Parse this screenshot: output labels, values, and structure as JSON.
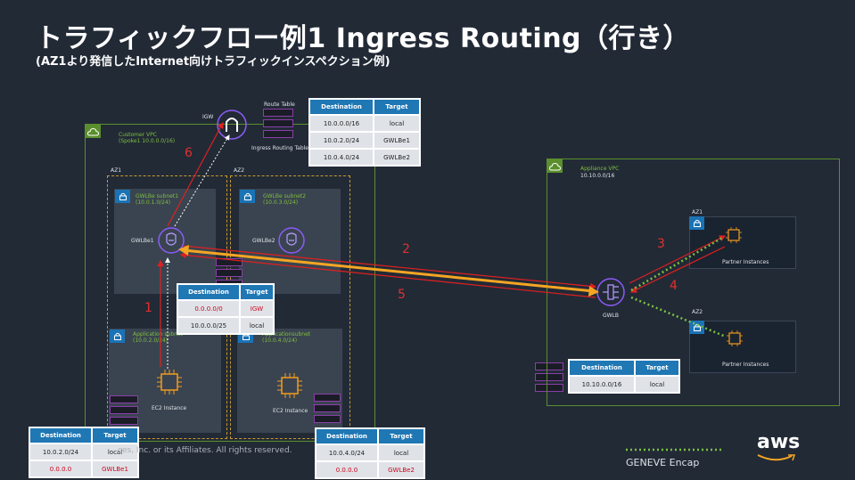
{
  "title": "トラフィックフロー例1 Ingress Routing（行き）",
  "subtitle": "(AZ1より発信したInternet向けトラフィックインスペクション例)",
  "customer_vpc": {
    "name": "Customer VPC",
    "cidr": "(Spoke1 10.0.0.0/16)",
    "az1_label": "AZ1",
    "az2_label": "AZ2",
    "gwlbe_subnet1": {
      "name": "GWLBe subnet1",
      "cidr": "(10.0.1.0/24)"
    },
    "gwlbe_subnet2": {
      "name": "GWLBe subnet2",
      "cidr": "(10.0.3.0/24)"
    },
    "app_subnet1": {
      "name": "Application subnet",
      "cidr": "(10.0.2.0/24)"
    },
    "app_subnet2": {
      "name": "Applicationsubnet",
      "cidr": "(10.0.4.0/24)"
    },
    "gwlbe1_label": "GWLBe1",
    "gwlbe2_label": "GWLBe2",
    "ec2_1_label": "EC2 Instance",
    "ec2_2_label": "EC2 Instance"
  },
  "igw_label": "IGW",
  "route_table_label": "Route Table",
  "ingress_rt_label": "Ingress Routing Table",
  "ingress_rt": {
    "headers": [
      "Destination",
      "Target"
    ],
    "rows": [
      [
        "10.0.0.0/16",
        "local"
      ],
      [
        "10.0.2.0/24",
        "GWLBe1"
      ],
      [
        "10.0.4.0/24",
        "GWLBe2"
      ]
    ]
  },
  "gwlbe1_rt": {
    "headers": [
      "Destination",
      "Target"
    ],
    "rows": [
      [
        "0.0.0.0/0",
        "IGW"
      ],
      [
        "10.0.0.0/25",
        "local"
      ]
    ]
  },
  "app1_rt": {
    "headers": [
      "Destination",
      "Target"
    ],
    "rows": [
      [
        "10.0.2.0/24",
        "local"
      ],
      [
        "0.0.0.0",
        "GWLBe1"
      ]
    ]
  },
  "app2_rt": {
    "headers": [
      "Destination",
      "Target"
    ],
    "rows": [
      [
        "10.0.4.0/24",
        "local"
      ],
      [
        "0.0.0.0",
        "GWLBe2"
      ]
    ]
  },
  "appliance_vpc": {
    "name": "Appliance VPC",
    "cidr": "10.10.0.0/16",
    "az1_label": "AZ1",
    "az2_label": "AZ2",
    "partner1_label": "Partner Instances",
    "partner2_label": "Partner Instances",
    "gwlb_label": "GWLB"
  },
  "appliance_rt": {
    "headers": [
      "Destination",
      "Target"
    ],
    "rows": [
      [
        "10.10.0.0/16",
        "local"
      ]
    ]
  },
  "steps": [
    "1",
    "2",
    "3",
    "4",
    "5",
    "6"
  ],
  "footer": "ces, Inc. or its Affiliates. All rights reserved.",
  "aws_logo": "aws",
  "legend_label": "GENEVE Encap",
  "colors": {
    "red_flow": "#e02020",
    "yellow_flow": "#f5a623",
    "geneve": "#7ac143",
    "vpc_border": "#5b8f2d",
    "az_border": "#c99a2e"
  }
}
